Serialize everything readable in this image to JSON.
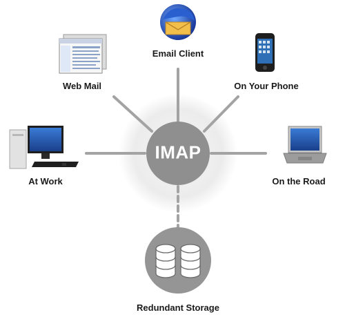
{
  "hub": {
    "label": "IMAP"
  },
  "nodes": {
    "email_client": {
      "label": "Email Client",
      "icon": "thunderbird-mail-icon"
    },
    "web_mail": {
      "label": "Web Mail",
      "icon": "browser-window-icon"
    },
    "phone": {
      "label": "On Your Phone",
      "icon": "smartphone-icon"
    },
    "work": {
      "label": "At Work",
      "icon": "desktop-computer-icon"
    },
    "road": {
      "label": "On the Road",
      "icon": "laptop-icon"
    },
    "storage": {
      "label": "Redundant Storage",
      "icon": "database-icon"
    }
  },
  "colors": {
    "hub": "#8f8f8f",
    "spoke": "#a3a3a3",
    "halo": "#e9e9e9",
    "label": "#1a1a1a"
  }
}
